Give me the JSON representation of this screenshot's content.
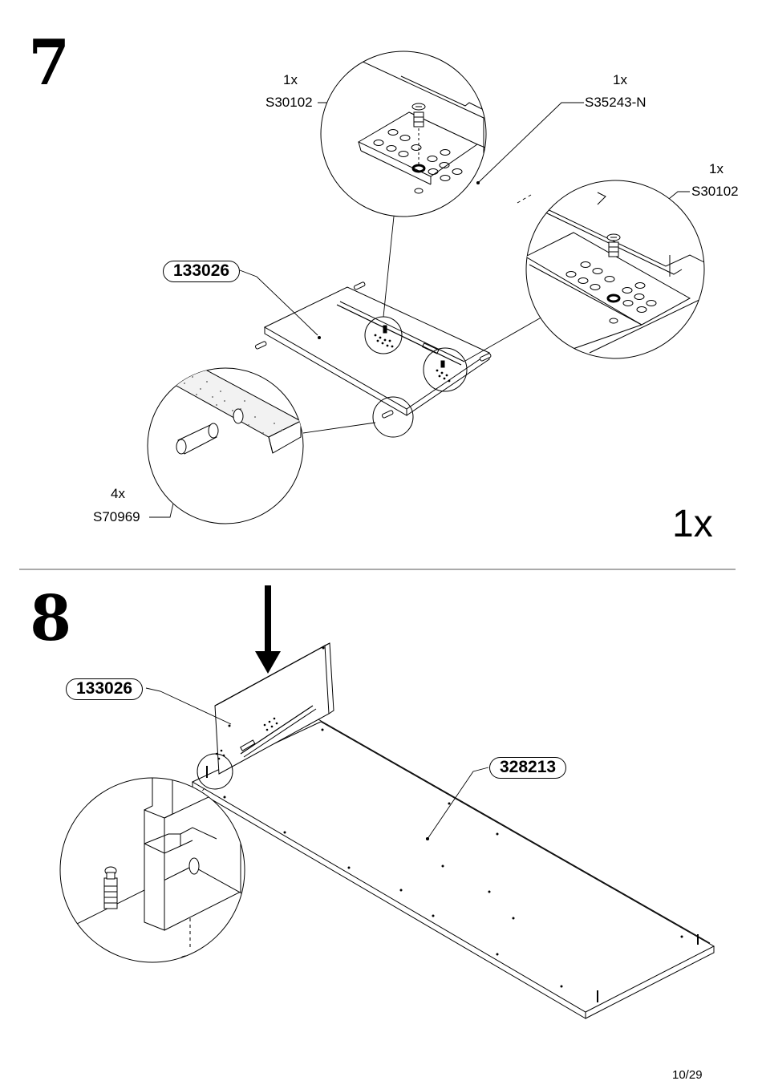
{
  "step7": {
    "number": "7",
    "callouts": [
      {
        "qty": "1x",
        "part": "S30102"
      },
      {
        "qty": "1x",
        "part": "S35243-N"
      },
      {
        "qty": "1x",
        "part": "S30102"
      },
      {
        "qty": "4x",
        "part": "S70969"
      }
    ],
    "panel_badge": "133026",
    "quantity": "1x"
  },
  "step8": {
    "number": "8",
    "panel_badge": "133026",
    "base_badge": "328213"
  },
  "page_number": "10/29"
}
